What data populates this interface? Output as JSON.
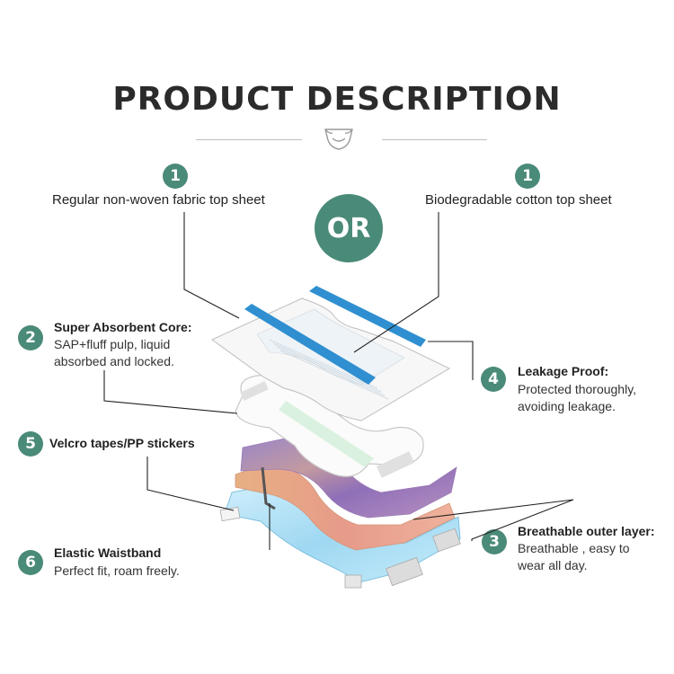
{
  "title": "PRODUCT DESCRIPTION",
  "colors": {
    "accent": "#4a8a78",
    "stripe": "#2f8fd0",
    "line": "#222222"
  },
  "center_icon": "diaper-icon",
  "or_label": "OR",
  "callouts": [
    {
      "number": "1",
      "title": "Regular non-woven fabric top sheet",
      "description": ""
    },
    {
      "number": "1",
      "title": "Biodegradable cotton top sheet",
      "description": ""
    },
    {
      "number": "2",
      "title": "Super Absorbent Core:",
      "description": [
        "SAP+fluff pulp, liquid",
        "absorbed and locked."
      ]
    },
    {
      "number": "4",
      "title": "Leakage Proof:",
      "description": [
        "Protected thoroughly,",
        "avoiding leakage."
      ]
    },
    {
      "number": "5",
      "title": "Velcro tapes/PP stickers",
      "description": ""
    },
    {
      "number": "3",
      "title": "Breathable outer layer:",
      "description": [
        "Breathable , easy to",
        "wear all day."
      ]
    },
    {
      "number": "6",
      "title": "Elastic Waistband",
      "description": [
        "Perfect fit, roam freely."
      ]
    }
  ]
}
